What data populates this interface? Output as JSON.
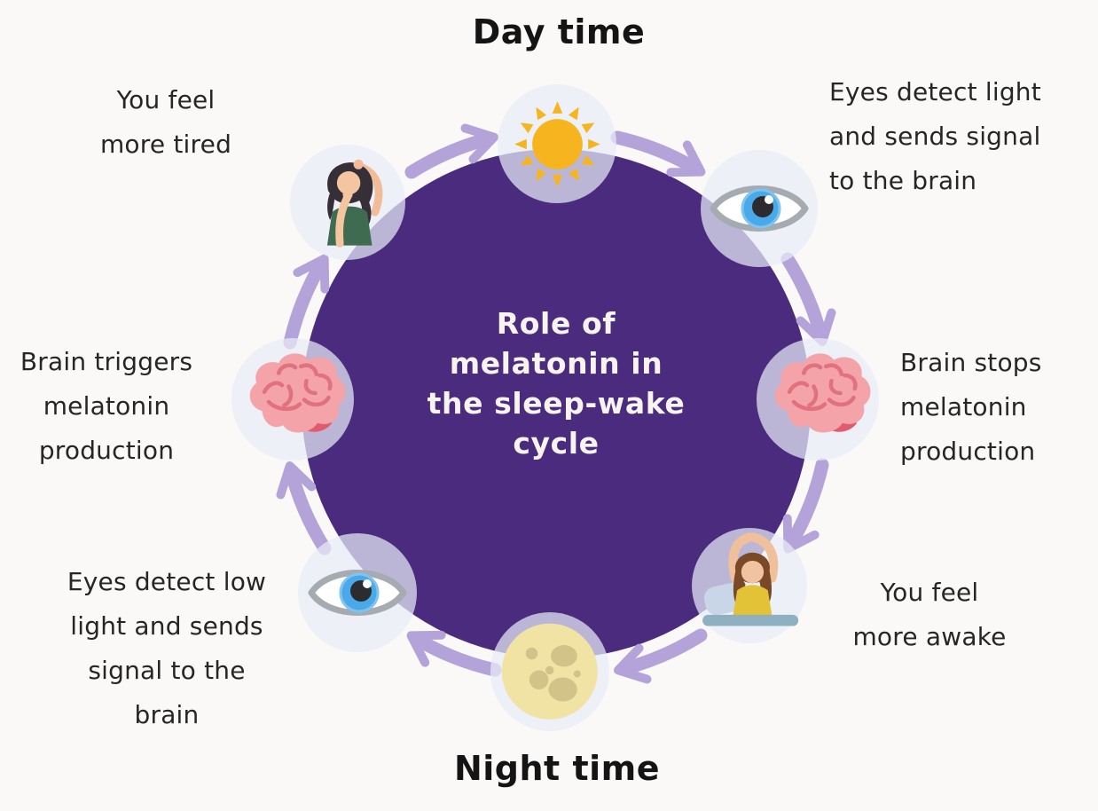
{
  "page": {
    "background_color": "#faf9f7",
    "day_label": "Day time",
    "night_label": "Night time"
  },
  "center": {
    "title": "Role of melatonin in the sleep-wake cycle",
    "title_lines": [
      "Role of",
      "melatonin in",
      "the sleep-wake",
      "cycle"
    ],
    "circle_color": "#4a2b7e",
    "text_color": "#f7f3ed"
  },
  "cycle": {
    "direction": "clockwise",
    "arrow_color": "#b4a3d8",
    "node_background": "#e9ebf7",
    "steps": [
      {
        "id": "sun",
        "icon": "sun-icon",
        "caption": "",
        "caption_lines": []
      },
      {
        "id": "eyes-detect-light",
        "icon": "eye-icon",
        "caption": "Eyes detect light and sends signal to the brain",
        "caption_lines": [
          "Eyes detect light",
          "and sends signal",
          "to the brain"
        ]
      },
      {
        "id": "brain-stops-melatonin",
        "icon": "brain-icon",
        "caption": "Brain stops melatonin production",
        "caption_lines": [
          "Brain stops",
          "melatonin",
          "production"
        ]
      },
      {
        "id": "feel-more-awake",
        "icon": "person-waking-icon",
        "caption": "You feel more awake",
        "caption_lines": [
          "You feel",
          "more awake"
        ]
      },
      {
        "id": "moon",
        "icon": "moon-icon",
        "caption": "",
        "caption_lines": []
      },
      {
        "id": "eyes-detect-low-light",
        "icon": "eye-icon",
        "caption": "Eyes detect low light and sends signal to the brain",
        "caption_lines": [
          "Eyes detect low",
          "light and sends",
          "signal to the",
          "brain"
        ]
      },
      {
        "id": "brain-triggers-melatonin",
        "icon": "brain-icon",
        "caption": "Brain triggers melatonin production",
        "caption_lines": [
          "Brain triggers",
          "melatonin",
          "production"
        ]
      },
      {
        "id": "feel-more-tired",
        "icon": "person-tired-icon",
        "caption": "You feel more tired",
        "caption_lines": [
          "You feel",
          "more tired"
        ]
      }
    ]
  },
  "colors": {
    "sun": "#f6b51f",
    "moon": "#f1e3a3",
    "moon_spots": "#d2c489",
    "brain": "#f4a3a9",
    "brain_lines": "#e0717e",
    "eye_iris": "#4aa9e8",
    "eye_outline": "#a6aab1"
  }
}
